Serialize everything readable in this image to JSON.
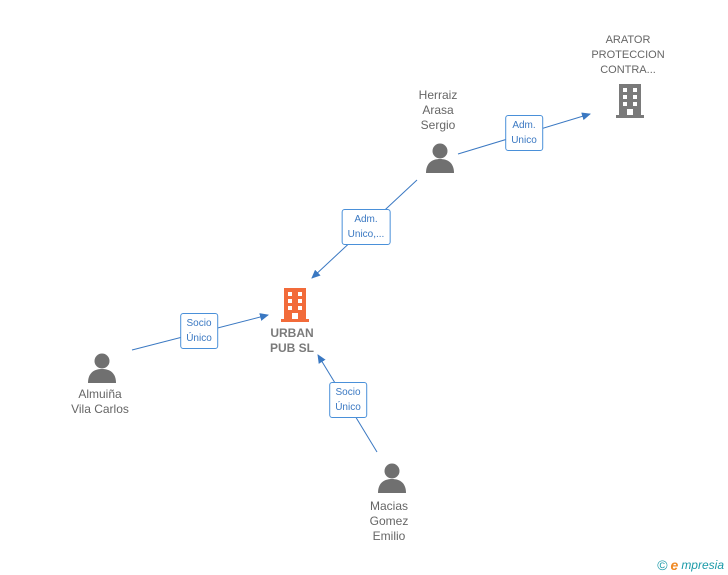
{
  "nodes": {
    "urban": {
      "name": "URBAN\nPUB  SL",
      "kind": "company-main",
      "color": "#f26b3a"
    },
    "arator": {
      "name": "ARATOR\nPROTECCION\nCONTRA...",
      "kind": "company",
      "color": "#7a7a7a"
    },
    "herraiz": {
      "name": "Herraiz\nArasa\nSergio",
      "kind": "person"
    },
    "almuina": {
      "name": "Almuiña\nVila Carlos",
      "kind": "person"
    },
    "macias": {
      "name": "Macias\nGomez\nEmilio",
      "kind": "person"
    }
  },
  "edges": {
    "herraiz_arator": {
      "label": "Adm.\nUnico"
    },
    "herraiz_urban": {
      "label": "Adm.\nUnico,..."
    },
    "almuina_urban": {
      "label": "Socio\nÚnico"
    },
    "macias_urban": {
      "label": "Socio\nÚnico"
    }
  },
  "colors": {
    "edge": "#3a78c2",
    "person": "#707070",
    "company": "#7a7a7a",
    "company_main": "#f26b3a"
  },
  "footer": {
    "copyright": "©",
    "brand_initial": "e",
    "brand_rest": "mpresia"
  }
}
